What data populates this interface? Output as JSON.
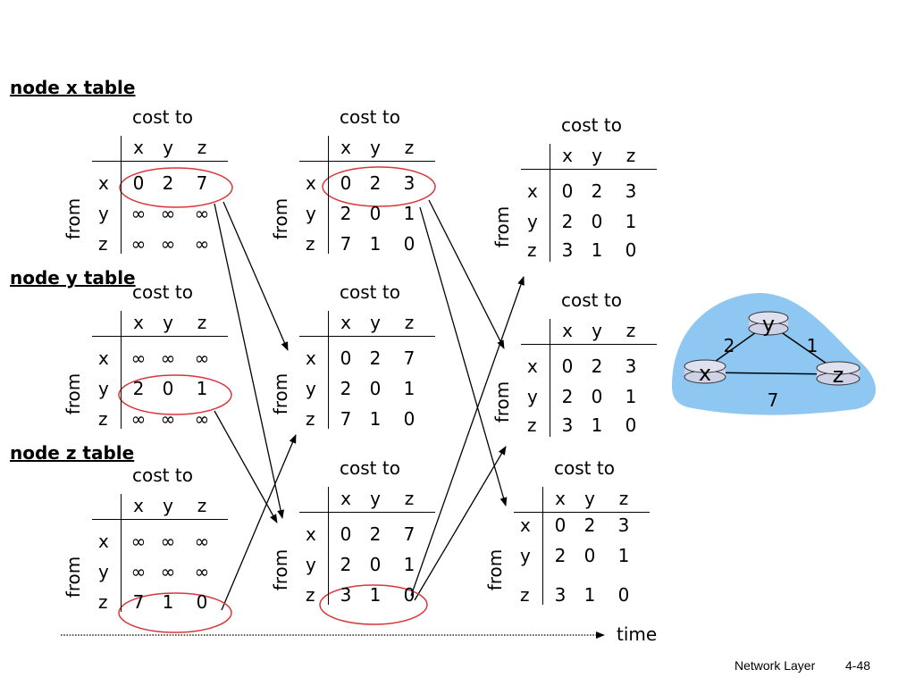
{
  "node_labels": {
    "x": "node x table",
    "y": "node y table",
    "z": "node z table"
  },
  "table_text": {
    "cost_to": "cost to",
    "from": "from",
    "columns": [
      "x",
      "y",
      "z"
    ],
    "rows": [
      "x",
      "y",
      "z"
    ]
  },
  "tables": [
    {
      "cells": [
        [
          "0",
          "2",
          "7"
        ],
        [
          "∞",
          "∞",
          "∞"
        ],
        [
          "∞",
          "∞",
          "∞"
        ]
      ]
    },
    {
      "cells": [
        [
          "0",
          "2",
          "3"
        ],
        [
          "2",
          "0",
          "1"
        ],
        [
          "7",
          "1",
          "0"
        ]
      ]
    },
    {
      "cells": [
        [
          "0",
          "2",
          "3"
        ],
        [
          "2",
          "0",
          "1"
        ],
        [
          "3",
          "1",
          "0"
        ]
      ]
    },
    {
      "cells": [
        [
          "∞",
          "∞",
          "∞"
        ],
        [
          "2",
          "0",
          "1"
        ],
        [
          "∞",
          "∞",
          "∞"
        ]
      ]
    },
    {
      "cells": [
        [
          "0",
          "2",
          "7"
        ],
        [
          "2",
          "0",
          "1"
        ],
        [
          "7",
          "1",
          "0"
        ]
      ]
    },
    {
      "cells": [
        [
          "0",
          "2",
          "3"
        ],
        [
          "2",
          "0",
          "1"
        ],
        [
          "3",
          "1",
          "0"
        ]
      ]
    },
    {
      "cells": [
        [
          "∞",
          "∞",
          "∞"
        ],
        [
          "∞",
          "∞",
          "∞"
        ],
        [
          "7",
          "1",
          "0"
        ]
      ]
    },
    {
      "cells": [
        [
          "0",
          "2",
          "7"
        ],
        [
          "2",
          "0",
          "1"
        ],
        [
          "3",
          "1",
          "0"
        ]
      ]
    },
    {
      "cells": [
        [
          "0",
          "2",
          "3"
        ],
        [
          "2",
          "0",
          "1"
        ],
        [
          "3",
          "1",
          "0"
        ]
      ]
    }
  ],
  "network": {
    "nodes": [
      "x",
      "y",
      "z"
    ],
    "link_costs": {
      "x_y": "2",
      "y_z": "1",
      "x_z": "7"
    }
  },
  "time_label": "time",
  "footer": {
    "title": "Network Layer",
    "page": "4-48"
  },
  "colors": {
    "highlight_circle": "#d9353a",
    "network_cloud": "#8ec8f2",
    "router": "#cfd2e6"
  }
}
